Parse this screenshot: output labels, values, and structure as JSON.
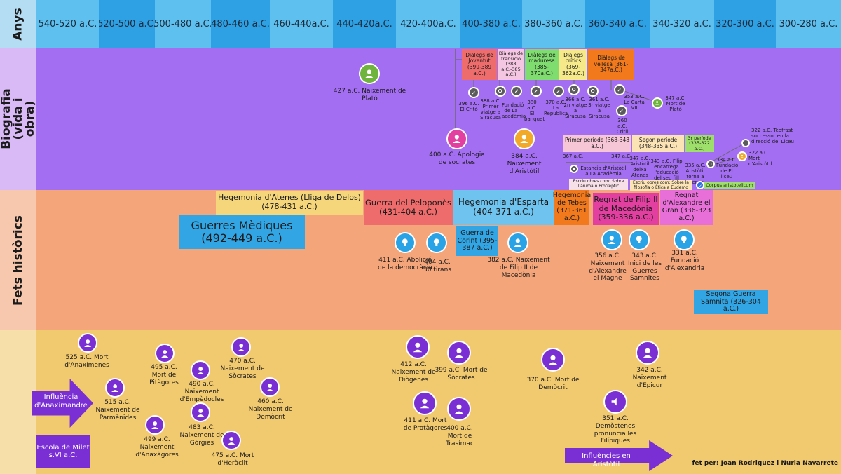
{
  "row_labels": {
    "anys": "Anys",
    "biografia": "Biografia (vida i obra)",
    "fets": "Fets històrics"
  },
  "years": [
    "540-520 a.C.",
    "520-500 a.C.",
    "500-480 a.C.",
    "480-460 a.C.",
    "460-440a.C.",
    "440-420a.C.",
    "420-400a.C.",
    "400-380 a.C.",
    "380-360 a.C.",
    "360-340 a.C.",
    "340-320 a.C.",
    "320-300 a.C.",
    "300-280 a.C."
  ],
  "dialogs": {
    "joventut": "Diàlegs de Joventut (399-389 a.C.)",
    "transicio": "Diàlegs de transició (388 a.C.-385 a.C.)",
    "maduresa": "Diàlegs de maduresa (385-370a.C.)",
    "critics": "Diàlegs crítics (369-362a.C.)",
    "vellesa": "Diàlegs de vellesa (361-347a.C.)"
  },
  "plato": {
    "naixement": "427 a.C. Naixement de Plató",
    "apologia": "400 a.C. Apologia de socrates",
    "critio": "396 a.C. El Critó",
    "viatge1": "388 a.C. Primer viatge a Siracusa",
    "academia": "Fundació de La acadèmia",
    "banquet": "380 a.C. El banquet",
    "republica": "370 a.C. La Republica",
    "viatge2": "366 a.C. 2n viatge a Siracusa",
    "viatge3": "361 a.C. 3r viatge a Siracusa",
    "carta": "353 a.C. La Carta VII",
    "critias": "360 a.C. Critil",
    "mort": "347 a.C. Mort de Plató"
  },
  "aristotil": {
    "naixement": "384 a.C. Naixement d'Aristòtil",
    "periode1": "Primer període (368-348 a.C.)",
    "periode2": "Segon període (348-335 a.C.)",
    "periode3": "3r període (335-322 a.C.)",
    "y367": "367 a.C.",
    "y347": "347 a.C.",
    "estancia": "Estancia d'Aristòtil a La Acadèmia",
    "deixa": "347 a.C. Aristòtil deixa Atenes",
    "filip": "343 a.C. Filip encarrega l'educació del seu fill",
    "torna": "335 a.C. Aristòtil torna a Atenes",
    "liceu": "334 a.C. Fundació de El liceu",
    "teofrast": "322 a.C. Teofrast successor en la direcció del Liceu",
    "mort": "322 a.C. Mort d'Aristòtil",
    "obres1": "Escriu obres com: Sobre l'ànima o Protréptic",
    "obres2": "Escriu obres com: Sobre la filosofia o Ètica a Eudemo",
    "corpus": "Corpus aristotelicum"
  },
  "fets": {
    "atenes": "Hegemonia d'Atenes (Lliga de Delos) (478-431 a.C.)",
    "mediques": "Guerres Mèdiques (492-449 a.C.)",
    "peloponnes": "Guerra del Peloponès (431-404 a.C.)",
    "esparta": "Hegemonia d'Esparta (404-371 a.C.)",
    "tebes": "Hegemonia de Tebes (371-361 a.C.)",
    "filip": "Regnat de Filip II de Macedònia (359-336 a.C.)",
    "alexandre": "Regnat d'Alexandre el Gran (336-323 a.C.)",
    "corint": "Guerra de Corint (395-387 a.C.)",
    "samnita": "Segona Guerra Samnita (326-304 a.C.)",
    "abolicio": "411 a.C. Abolició de la democràcia",
    "tirans": "404 a.C. 30 tirans",
    "naixfilip": "382 a.C. Naixement de Filip II de Macedònia",
    "naixalex": "356 a.C. Naixement d'Alexandre el Magne",
    "inici": "343 a.C. Inici de les Guerres Samnites",
    "alexandria": "331 a.C. Fundació d'Alexandria"
  },
  "persones": {
    "anaximenes": "525 a.C. Mort d'Anaxímenes",
    "parmenides": "515 a.C. Naixement de Parmènides",
    "pitagores": "495 a.C. Mort de Pitàgores",
    "empedocles": "490 a.C. Naixement d'Empèdocles",
    "socrates_n": "470 a.C. Naixement de Sòcrates",
    "democrit_n": "460 a.C. Naixement de Demòcrit",
    "anaxagores": "499 a.C. Naixement d'Anaxàgores",
    "gorgies": "483 a.C. Naixement de Gòrgies",
    "heraclit": "475 a.C. Mort d'Heràclit",
    "diogenes": "412 a.C. Naixement de Diògenes",
    "socrates_m": "399 a.C. Mort de Sòcrates",
    "protagores": "411 a.C. Mort de Protàgores",
    "trasimac": "400 a.C. Mort de Trasímac",
    "democrit_m": "370 a.C. Mort de Demòcrit",
    "epicur": "342 a.C. Naixement d'Epicur",
    "demostenes": "351 a.C. Demòstenes pronuncia les Filípiques"
  },
  "influencies": {
    "anaximandre": "Influència d'Anaximandre",
    "milet": "Escola de Milet s.VI a.C.",
    "aristotil": "Influències en Aristòtil"
  },
  "credit": "fet per: Joan Rodriguez i Nuria Navarrete",
  "colors": {
    "years_a": "#5ec0ef",
    "years_b": "#2ea0e4",
    "bio": "#a46ef2",
    "fets": "#f4a57a",
    "persones": "#f1c96f",
    "icon_green": "#6fb43c",
    "icon_pink": "#e23fa0",
    "icon_yellow": "#f2a927",
    "icon_blue": "#29a3e6",
    "icon_purple": "#7a2fd4"
  }
}
